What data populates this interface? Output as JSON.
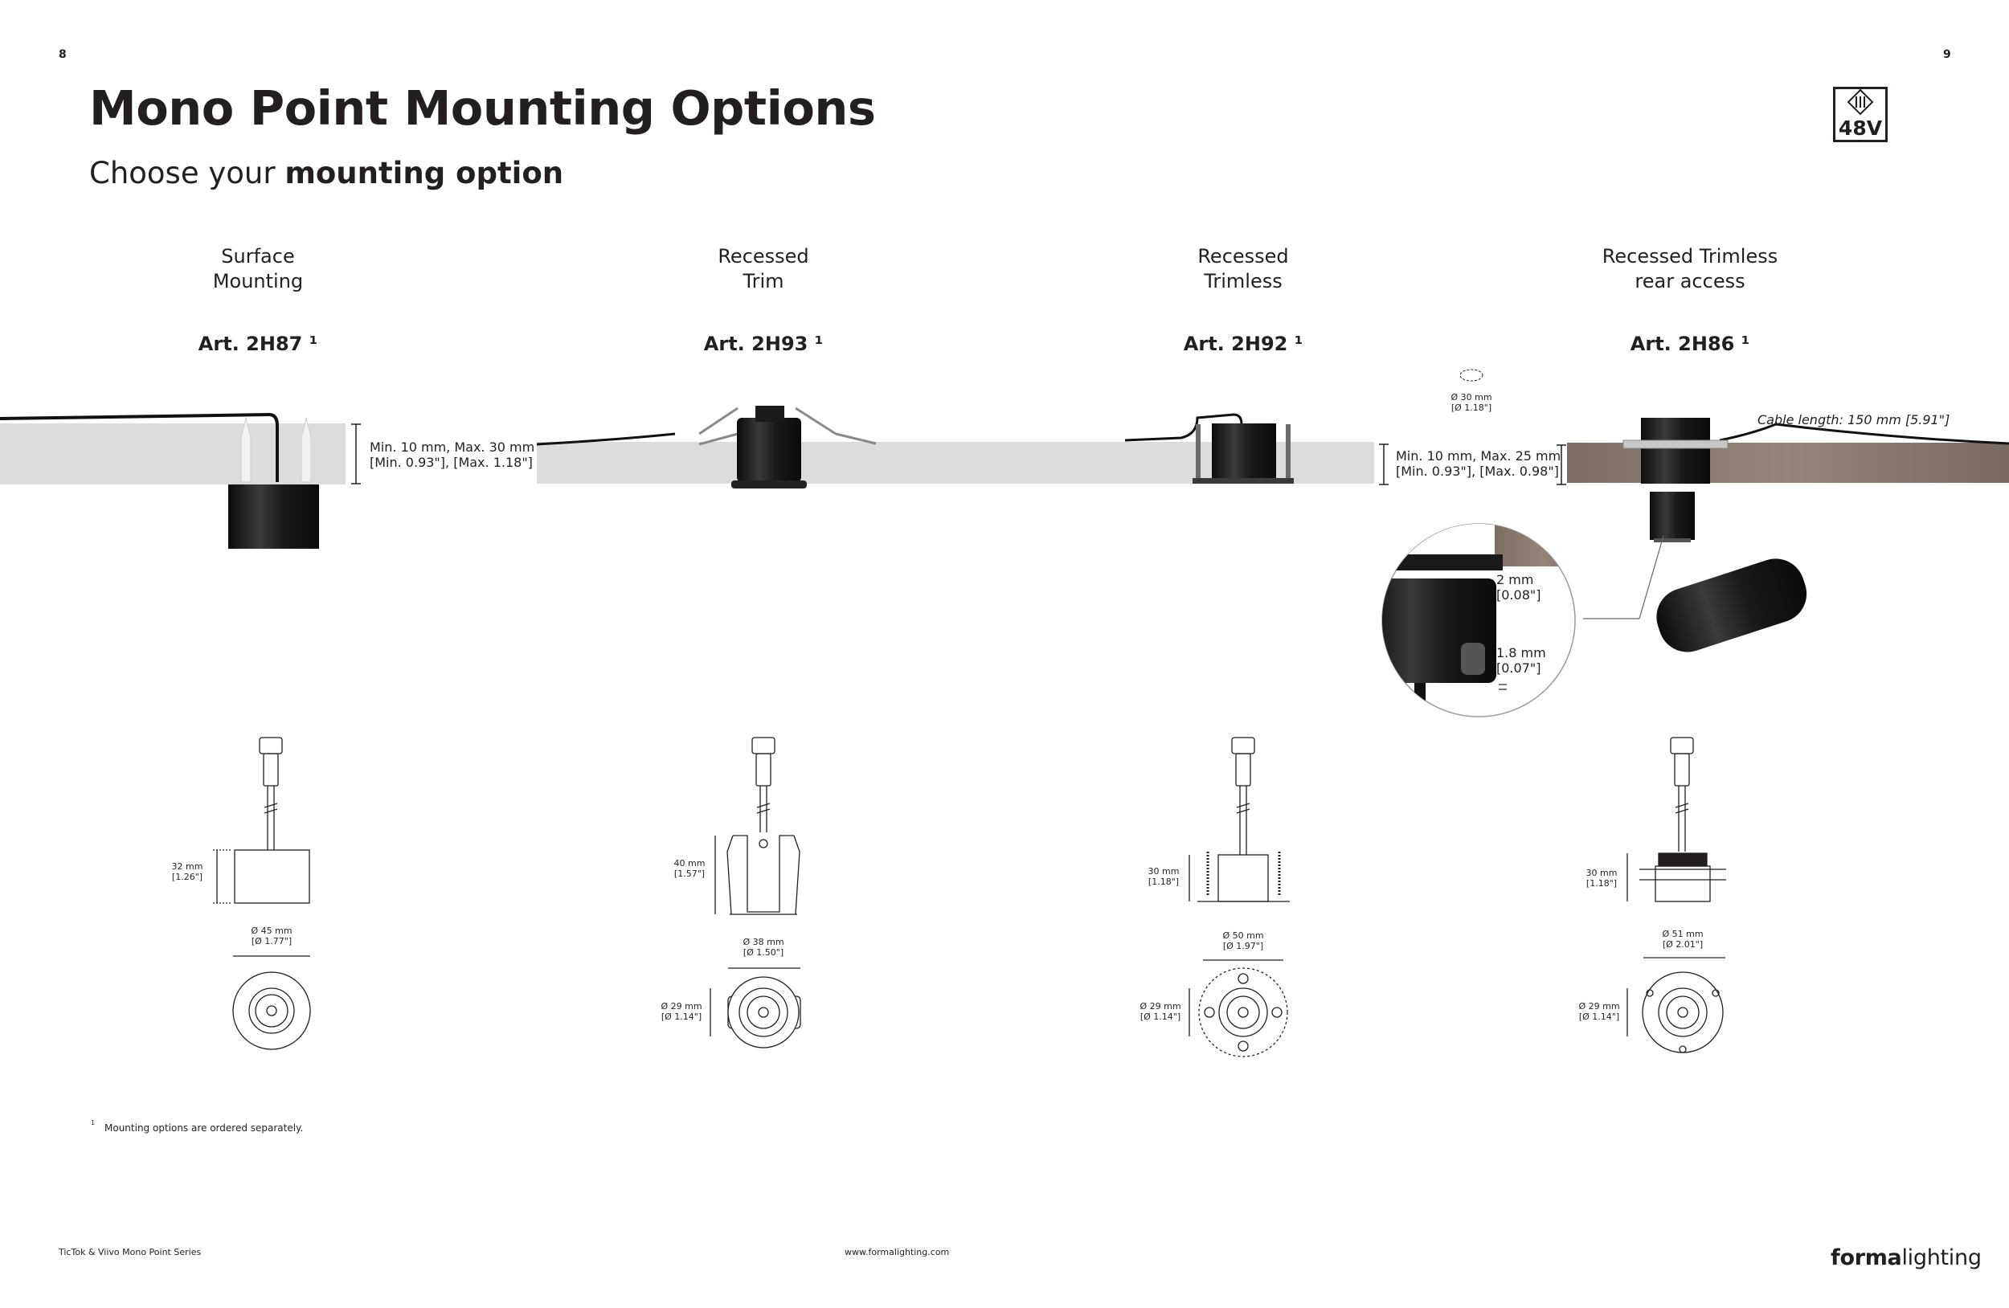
{
  "page": {
    "left_number": "8",
    "right_number": "9",
    "title": "Mono Point Mounting Options",
    "subtitle_plain": "Choose your ",
    "subtitle_bold": "mounting option",
    "badge_text": "48V",
    "badge_icon": "class-iii-icon"
  },
  "options": [
    {
      "heading_line1": "Surface",
      "heading_line2": "Mounting",
      "art": "Art. 2H87 ¹",
      "thickness_line1": "Min. 10 mm, Max. 30 mm",
      "thickness_line2": "[Min. 0.93\"], [Max. 1.18\"]",
      "height_mm": "32 mm",
      "height_in": "[1.26\"]",
      "dia_mm": "Ø 45 mm",
      "dia_in": "[Ø 1.77\"]"
    },
    {
      "heading_line1": "Recessed",
      "heading_line2": "Trim",
      "art": "Art. 2H93 ¹",
      "height_mm": "40 mm",
      "height_in": "[1.57\"]",
      "dia_mm": "Ø 38 mm",
      "dia_in": "[Ø 1.50\"]",
      "inner_mm": "Ø 29 mm",
      "inner_in": "[Ø 1.14\"]"
    },
    {
      "heading_line1": "Recessed",
      "heading_line2": "Trimless",
      "art": "Art. 2H92 ¹",
      "cutout_mm": "Ø 30 mm",
      "cutout_in": "[Ø 1.18\"]",
      "thickness_line1": "Min. 10 mm, Max. 25 mm",
      "thickness_line2": "[Min. 0.93\"], [Max. 0.98\"]",
      "height_mm": "30 mm",
      "height_in": "[1.18\"]",
      "dia_mm": "Ø 50 mm",
      "dia_in": "[Ø 1.97\"]",
      "inner_mm": "Ø 29 mm",
      "inner_in": "[Ø 1.14\"]"
    },
    {
      "heading_line1": "Recessed Trimless",
      "heading_line2": "rear access",
      "art": "Art. 2H86 ¹",
      "cable_length": "Cable length: 150 mm [5.91\"]",
      "detail_a_mm": "2 mm",
      "detail_a_in": "[0.08\"]",
      "detail_b_mm": "1.8 mm",
      "detail_b_in": "[0.07\"]",
      "height_mm": "30 mm",
      "height_in": "[1.18\"]",
      "dia_mm": "Ø 51 mm",
      "dia_in": "[Ø 2.01\"]",
      "inner_mm": "Ø 29 mm",
      "inner_in": "[Ø 1.14\"]"
    }
  ],
  "footnote_marker": "1",
  "footnote": "Mounting options are ordered separately.",
  "footer": {
    "left": "TicTok & Viivo Mono Point Series",
    "center": "www.formalighting.com",
    "logo_bold": "forma",
    "logo_light": "lighting"
  },
  "colors": {
    "ink": "#231f20",
    "ceiling": "#dcdcdc",
    "wood": "#8a7b70",
    "fixture": "#1d1d1d"
  }
}
